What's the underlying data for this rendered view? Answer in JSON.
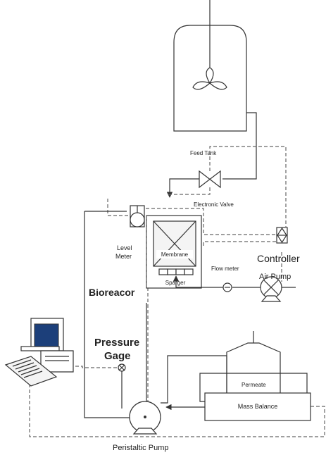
{
  "labels": {
    "feed_tank": "Feed Tank",
    "electronic_valve": "Electronic Valve",
    "level_meter_1": "Level",
    "level_meter_2": "Meter",
    "membrane": "Membrane",
    "sparger": "Sparger",
    "controller": "Controller",
    "air_pump": "Air Pump",
    "flow_meter": "Flow meter",
    "bioreactor": "Bioreacor",
    "pressure_gage_1": "Pressure",
    "pressure_gage_2": "Gage",
    "permeate": "Permeate",
    "mass_balance": "Mass Balance",
    "peristaltic_pump": "Peristaltic Pump"
  }
}
